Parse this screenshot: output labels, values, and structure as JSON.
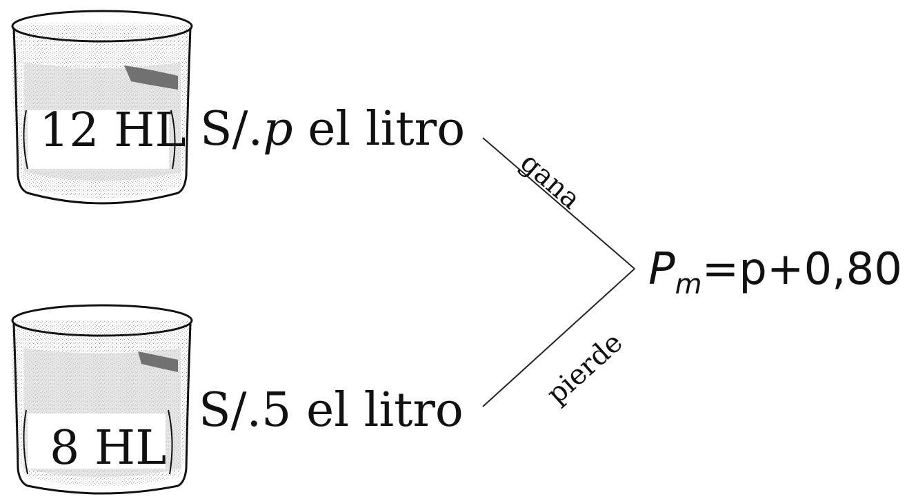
{
  "top_container": {
    "volume": "12 HL",
    "price_prefix": "S/.",
    "price_var": "p",
    "price_suffix": " el litro"
  },
  "bottom_container": {
    "volume": "8 HL",
    "price": "S/.5 el litro"
  },
  "branch_labels": {
    "upper": "gana",
    "lower": "pierde"
  },
  "result": {
    "symbol": "P",
    "subscript": "m",
    "expression": "=p+0,80"
  }
}
